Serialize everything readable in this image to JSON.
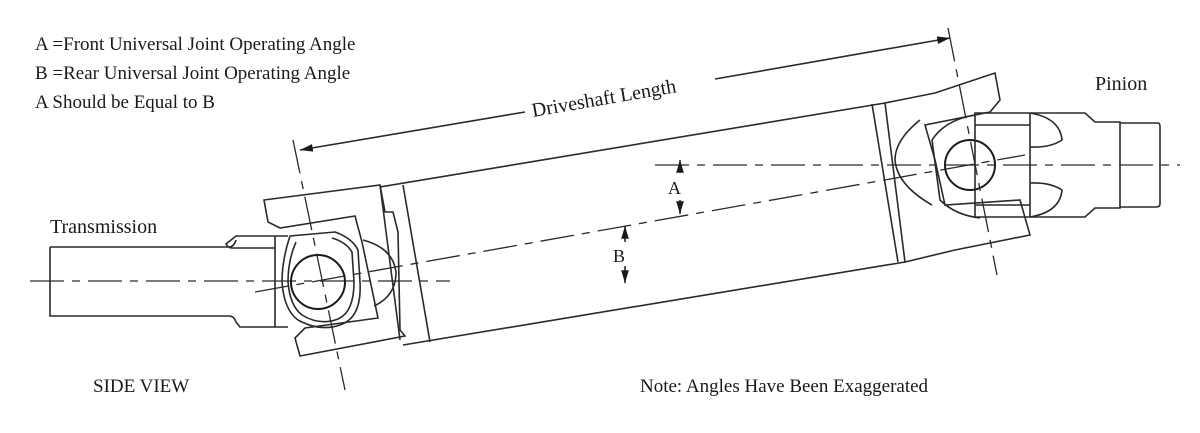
{
  "legend": {
    "line_a": "A =Front Universal Joint Operating Angle",
    "line_b": "B =Rear Universal Joint Operating Angle",
    "line_c": "A Should be Equal to B"
  },
  "labels": {
    "transmission": "Transmission",
    "pinion": "Pinion",
    "driveshaft_length": "Driveshaft Length",
    "angle_a": "A",
    "angle_b": "B",
    "side_view": "SIDE VIEW",
    "note": "Note: Angles Have Been Exaggerated"
  }
}
